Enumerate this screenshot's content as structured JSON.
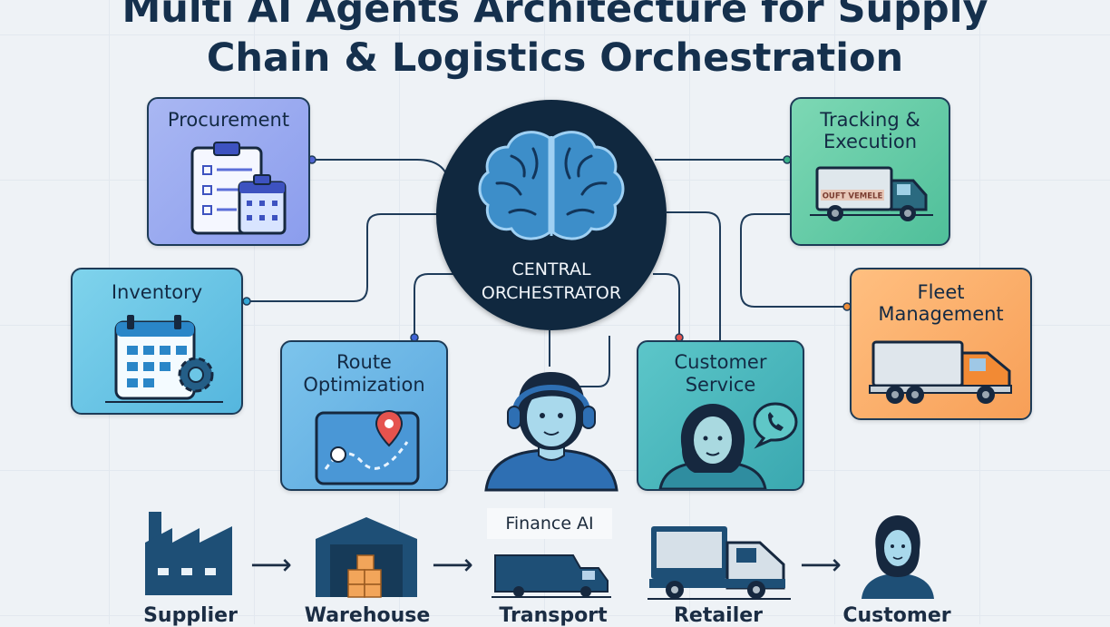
{
  "title": {
    "line1": "Multi AI Agents Architecture for Supply",
    "line2": "Chain & Logistics Orchestration"
  },
  "central": {
    "line1": "CENTRAL",
    "line2": "ORCHESTRATOR",
    "icon": "brain-icon"
  },
  "agents": {
    "procurement": {
      "label": "Procurement",
      "icon": "clipboard-calendar-icon"
    },
    "inventory": {
      "label": "Inventory",
      "icon": "calendar-gear-icon"
    },
    "route": {
      "line1": "Route",
      "line2": "Optimization",
      "icon": "map-pin-icon"
    },
    "finance": {
      "label": "Finance AI",
      "icon": "headset-agent-icon"
    },
    "customer_service": {
      "line1": "Customer",
      "line2": "Service",
      "icon": "chat-phone-person-icon"
    },
    "tracking": {
      "line1": "Tracking &",
      "line2": "Execution",
      "truck_text": "OUFT VEMELE",
      "icon": "truck-icon"
    },
    "fleet": {
      "line1": "Fleet",
      "line2": "Management",
      "icon": "truck-icon"
    }
  },
  "flow": [
    {
      "label": "Supplier",
      "icon": "factory-icon"
    },
    {
      "label": "Warehouse",
      "icon": "warehouse-icon"
    },
    {
      "label": "Transport",
      "icon": "van-icon"
    },
    {
      "label": "Retailer",
      "icon": "delivery-truck-icon"
    },
    {
      "label": "Customer",
      "icon": "person-icon"
    }
  ],
  "colors": {
    "navy": "#10283f",
    "procurement": "#9aa9f0",
    "inventory": "#6cc6e6",
    "route": "#6bb5e5",
    "tracking": "#66cba7",
    "fleet": "#fbae6a",
    "customer_service": "#4bb7bc"
  }
}
